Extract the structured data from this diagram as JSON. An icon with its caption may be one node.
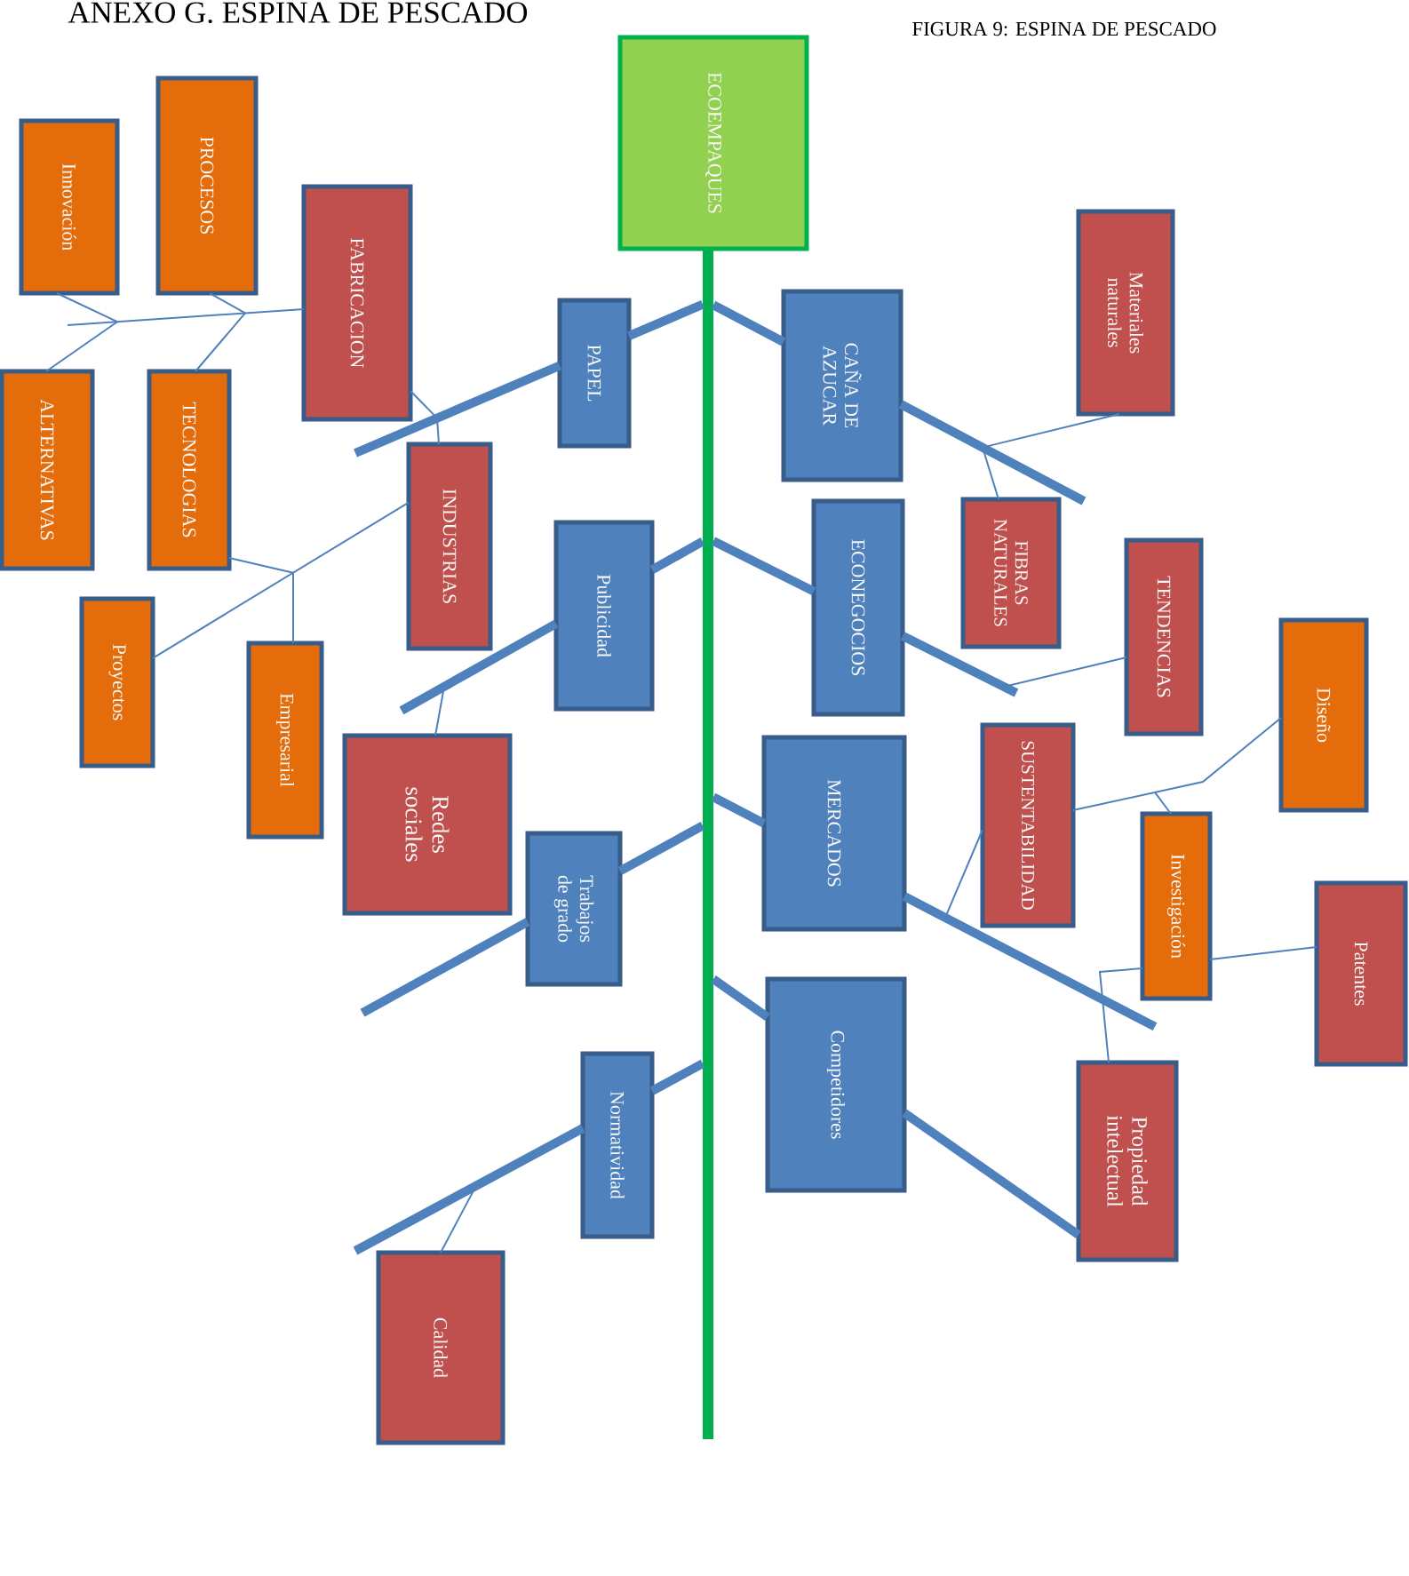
{
  "diagram": {
    "title": "ANEXO G. ESPINA DE PESCADO",
    "caption": "FIGURA 9: ESPINA DE PESCADO",
    "nodes": [
      {
        "text": [
          "ECOEMPAQUES"
        ]
      },
      {
        "text": [
          "Innovación"
        ]
      },
      {
        "text": [
          "PROCESOS"
        ]
      },
      {
        "text": [
          "FABRICACION"
        ]
      },
      {
        "text": [
          "PAPEL"
        ]
      },
      {
        "text": [
          "CAÑA DE AZUCAR"
        ]
      },
      {
        "text": [
          "Materiales naturales"
        ]
      },
      {
        "text": [
          "ALTERNATIVAS"
        ]
      },
      {
        "text": [
          "TECNOLOGIAS"
        ]
      },
      {
        "text": [
          "INDUSTRIAS"
        ]
      },
      {
        "text": [
          "Publicidad"
        ]
      },
      {
        "text": [
          "ECONEGOCIOS"
        ]
      },
      {
        "text": [
          "FIBRAS NATURALES"
        ]
      },
      {
        "text": [
          "TENDENCIAS"
        ]
      },
      {
        "text": [
          "Proyectos"
        ]
      },
      {
        "text": [
          "Empresarial"
        ]
      },
      {
        "text": [
          "Diseño"
        ]
      },
      {
        "text": [
          "Redes sociales"
        ]
      },
      {
        "text": [
          "MERCADOS"
        ]
      },
      {
        "text": [
          "SUSTENTABILIDAD"
        ]
      },
      {
        "text": [
          "Investigación"
        ]
      },
      {
        "text": [
          "Trabajos de grado"
        ]
      },
      {
        "text": [
          "Patentes"
        ]
      },
      {
        "text": [
          "Competidores"
        ]
      },
      {
        "text": [
          "Normatividad"
        ]
      },
      {
        "text": [
          "Propiedad intelectual"
        ]
      },
      {
        "text": [
          "Calidad"
        ]
      },
      {
        "text": [],
        "shape": "bar"
      }
    ],
    "edges": [
      {
        "from": 27,
        "to": 4,
        "arrow": "none",
        "style": "thick"
      },
      {
        "from": 27,
        "to": 5,
        "arrow": "none",
        "style": "thick"
      },
      {
        "from": 27,
        "to": 10,
        "arrow": "none",
        "style": "thick"
      },
      {
        "from": 27,
        "to": 11,
        "arrow": "none",
        "style": "thick"
      },
      {
        "from": 27,
        "to": 18,
        "arrow": "none",
        "style": "thick"
      },
      {
        "from": 27,
        "to": 21,
        "arrow": "none",
        "style": "thick"
      },
      {
        "from": 27,
        "to": 23,
        "arrow": "none",
        "style": "thick"
      },
      {
        "from": 27,
        "to": 24,
        "arrow": "none",
        "style": "thick"
      },
      {
        "from": 4,
        "to": null,
        "arrow": "none",
        "style": "thick"
      },
      {
        "from": 5,
        "to": null,
        "arrow": "none",
        "style": "thick"
      },
      {
        "from": 10,
        "to": null,
        "arrow": "none",
        "style": "thick"
      },
      {
        "from": 11,
        "to": null,
        "arrow": "none",
        "style": "thick"
      },
      {
        "from": 18,
        "to": null,
        "arrow": "none",
        "style": "thick"
      },
      {
        "from": 21,
        "to": null,
        "arrow": "none",
        "style": "thick"
      },
      {
        "from": 23,
        "to": 25,
        "arrow": "none",
        "style": "thick"
      },
      {
        "from": 24,
        "to": null,
        "arrow": "none",
        "style": "thick"
      },
      {
        "from": 3,
        "to": 9,
        "arrow": "none"
      },
      {
        "from": 6,
        "to": 12,
        "arrow": "none"
      },
      {
        "from": 17,
        "to": null,
        "arrow": "none"
      },
      {
        "from": 13,
        "to": null,
        "arrow": "none"
      },
      {
        "from": 19,
        "to": null,
        "arrow": "none"
      },
      {
        "from": 26,
        "to": null,
        "arrow": "none"
      },
      {
        "from": 3,
        "to": 1,
        "arrow": "none"
      },
      {
        "from": 3,
        "to": 2,
        "arrow": "none"
      },
      {
        "from": 3,
        "to": 7,
        "arrow": "none"
      },
      {
        "from": 3,
        "to": 8,
        "arrow": "none"
      },
      {
        "from": 9,
        "to": 14,
        "arrow": "none"
      },
      {
        "from": 9,
        "to": 8,
        "arrow": "none"
      },
      {
        "from": 9,
        "to": 15,
        "arrow": "none"
      },
      {
        "from": 19,
        "to": 16,
        "arrow": "none"
      },
      {
        "from": 19,
        "to": 20,
        "arrow": "none"
      },
      {
        "from": 20,
        "to": 22,
        "arrow": "none"
      },
      {
        "from": 20,
        "to": 25,
        "arrow": "none"
      }
    ]
  }
}
